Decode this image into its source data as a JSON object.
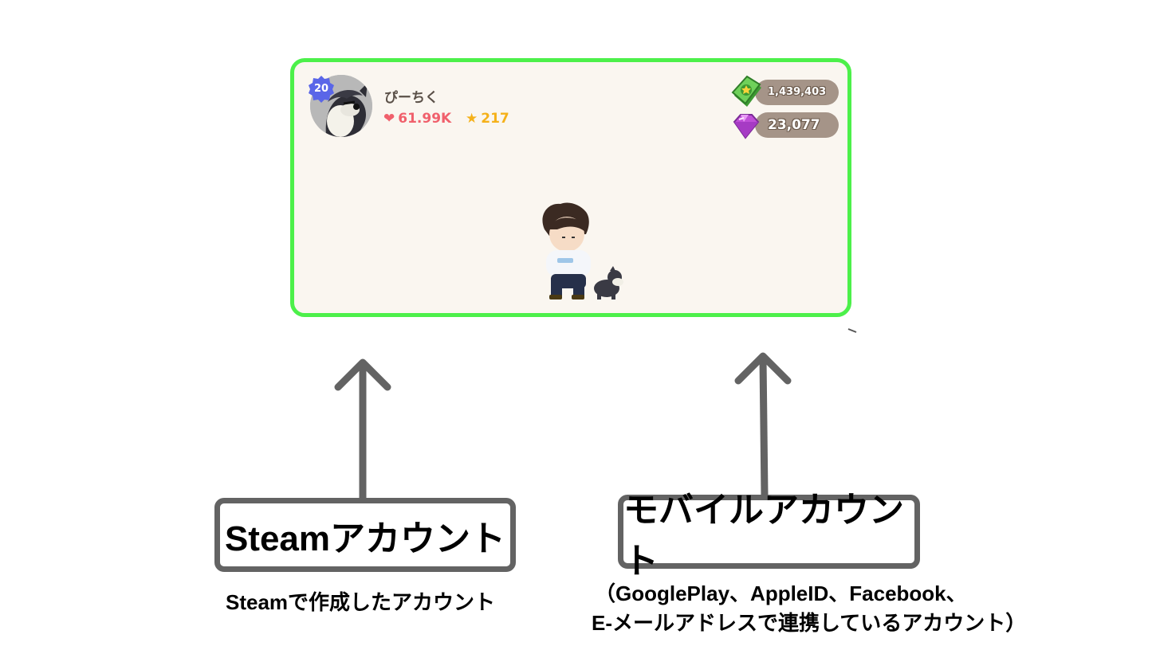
{
  "profile": {
    "level": "20",
    "player_name": "ぴーちく",
    "likes": "61.99K",
    "stars": "217"
  },
  "currency": {
    "money": "1,439,403",
    "gems": "23,077"
  },
  "labels": {
    "steam_account": "Steamアカウント",
    "mobile_account": "モバイルアカウント"
  },
  "captions": {
    "steam": "Steamで作成したアカウント",
    "mobile_line1": "（GooglePlay、AppleID、Facebook、",
    "mobile_line2": "E-メールアドレスで連携しているアカウント）"
  },
  "icons": {
    "heart": "heart-icon",
    "star": "star-icon",
    "money": "money-icon",
    "gem": "gem-icon"
  },
  "colors": {
    "panel_border": "#4cf04a",
    "panel_bg": "#faf6f0",
    "level_badge": "#5a66e8",
    "likes": "#f0606c",
    "stars": "#f5b11a",
    "currency_pill": "#a59488",
    "arrow": "#636363"
  }
}
